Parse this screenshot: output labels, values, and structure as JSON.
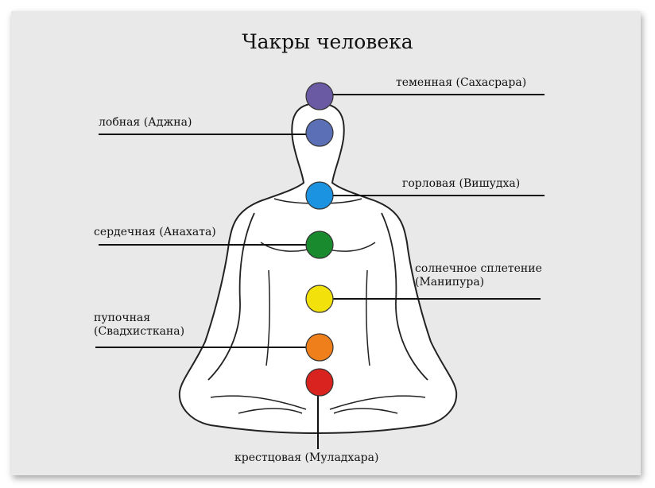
{
  "title": "Чакры человека",
  "chakras": [
    {
      "label": "теменная (Сахасрара)",
      "color": "#6a5aa3"
    },
    {
      "label": "лобная (Аджна)",
      "color": "#5b6fb6"
    },
    {
      "label": "горловая (Вишудха)",
      "color": "#1c93e0"
    },
    {
      "label": "сердечная (Анахата)",
      "color": "#1a8a2f"
    },
    {
      "label_line1": "солнечное сплетение",
      "label_line2": "(Манипура)",
      "color": "#f3e10c"
    },
    {
      "label_line1": "пупочная",
      "label_line2": "(Свадхисткана)",
      "color": "#ef7f1a"
    },
    {
      "label": "крестцовая (Муладхара)",
      "color": "#d8231f"
    }
  ]
}
